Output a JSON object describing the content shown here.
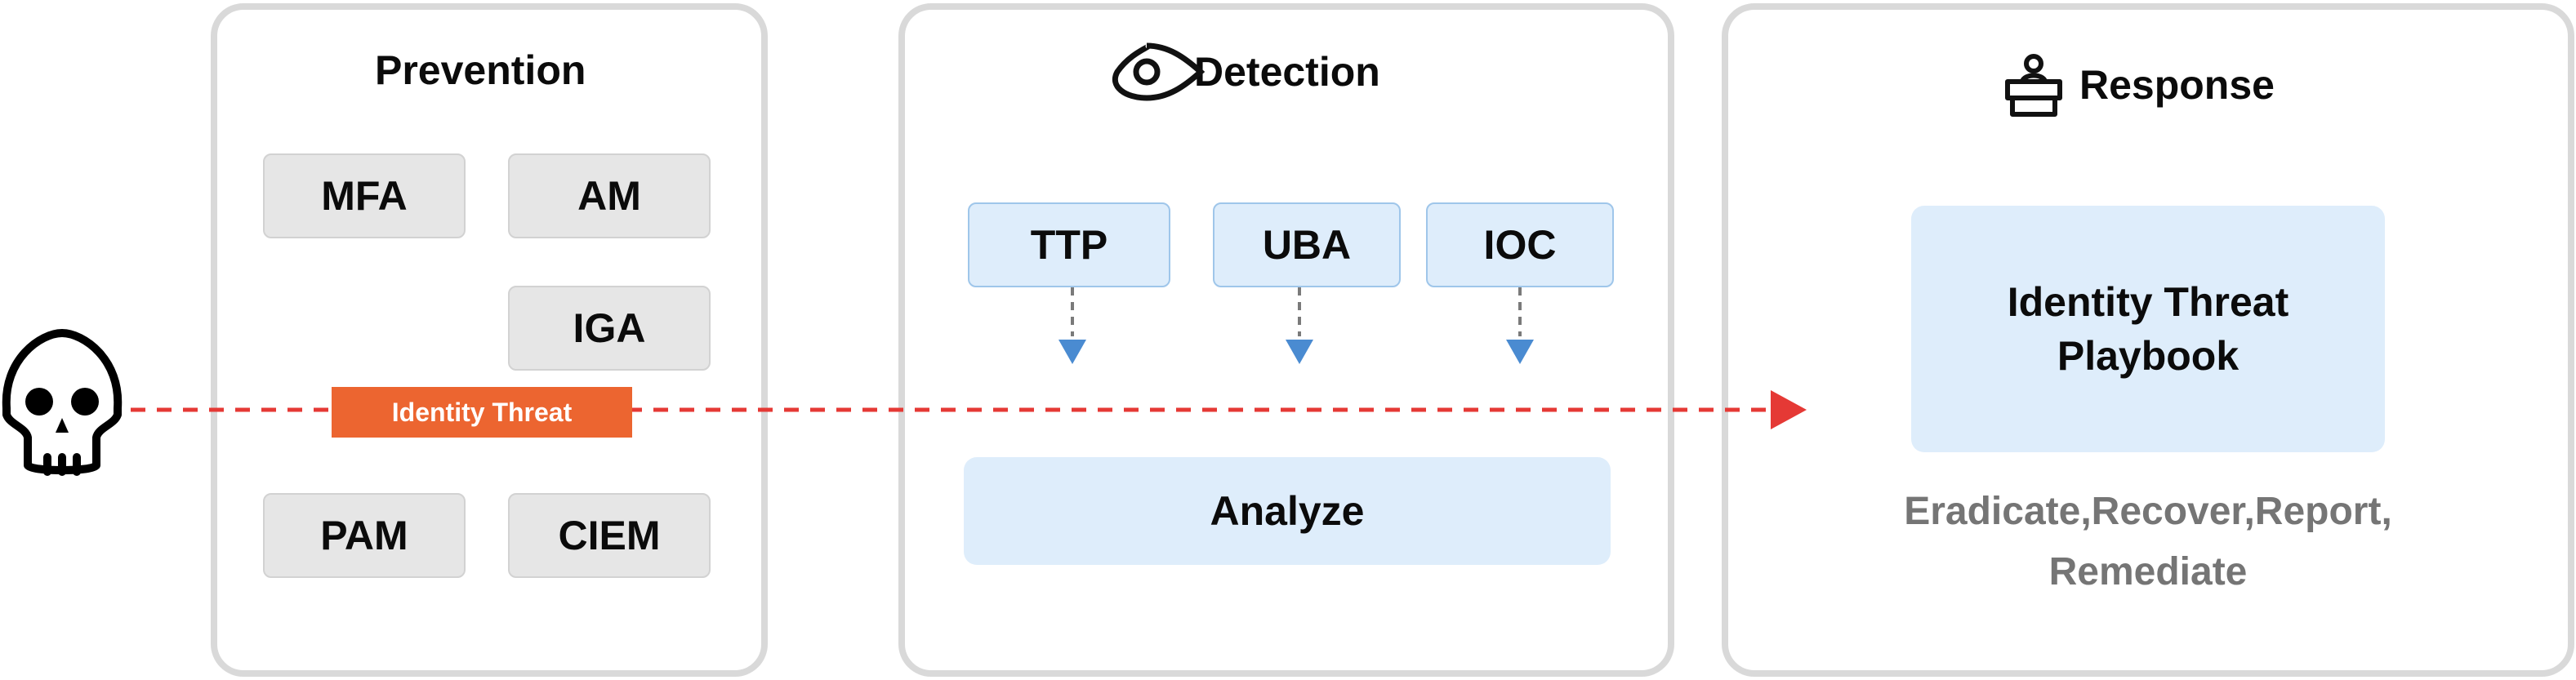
{
  "attacker": {
    "icon": "skull-icon"
  },
  "prevention": {
    "title": "Prevention",
    "boxes": [
      "MFA",
      "AM",
      "IGA",
      "PAM",
      "CIEM"
    ]
  },
  "threat_label": "Identity Threat",
  "detection": {
    "title": "Detection",
    "icon": "eye-icon",
    "sources": [
      "TTP",
      "UBA",
      "IOC"
    ],
    "analyze": "Analyze"
  },
  "response": {
    "title": "Response",
    "icon": "podium-speaker-icon",
    "playbook_line1": "Identity Threat",
    "playbook_line2": "Playbook",
    "actions_line1": "Eradicate,Recover,Report,",
    "actions_line2": "Remediate"
  },
  "colors": {
    "threat_line": "#e53935",
    "threat_label_bg": "#ec6530",
    "panel_border": "#d9d9d9",
    "source_box": "#deedfb",
    "arrow_head_blue": "#4a8bd1",
    "muted_text": "#757575"
  }
}
